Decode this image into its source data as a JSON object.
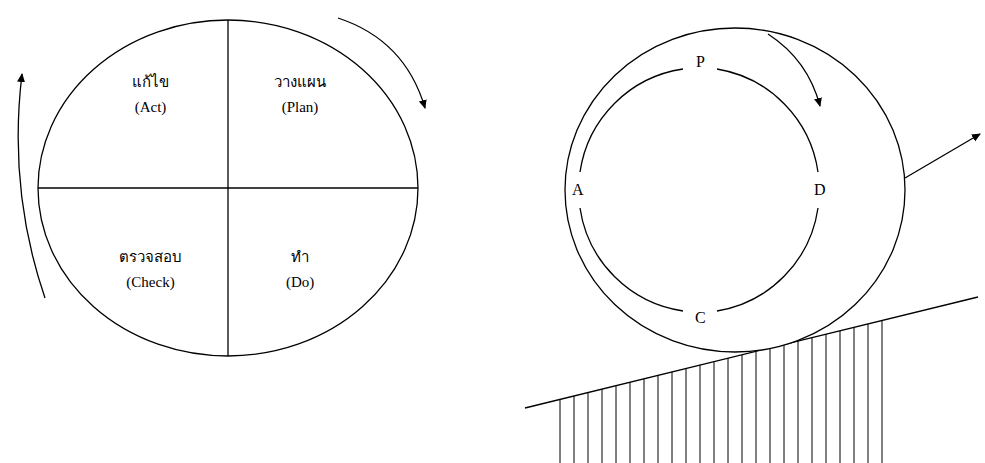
{
  "diagram": {
    "nodes": [
      {
        "text": [
          "แก้ไข",
          "(Act)"
        ]
      },
      {
        "text": [
          "วางแผน",
          "(Plan)"
        ]
      },
      {
        "text": [
          "ตรวจสอบ",
          "(Check)"
        ]
      },
      {
        "text": [
          "ทำ",
          "(Do)"
        ]
      }
    ],
    "labels": [
      "P",
      "A",
      "D",
      "C"
    ]
  }
}
